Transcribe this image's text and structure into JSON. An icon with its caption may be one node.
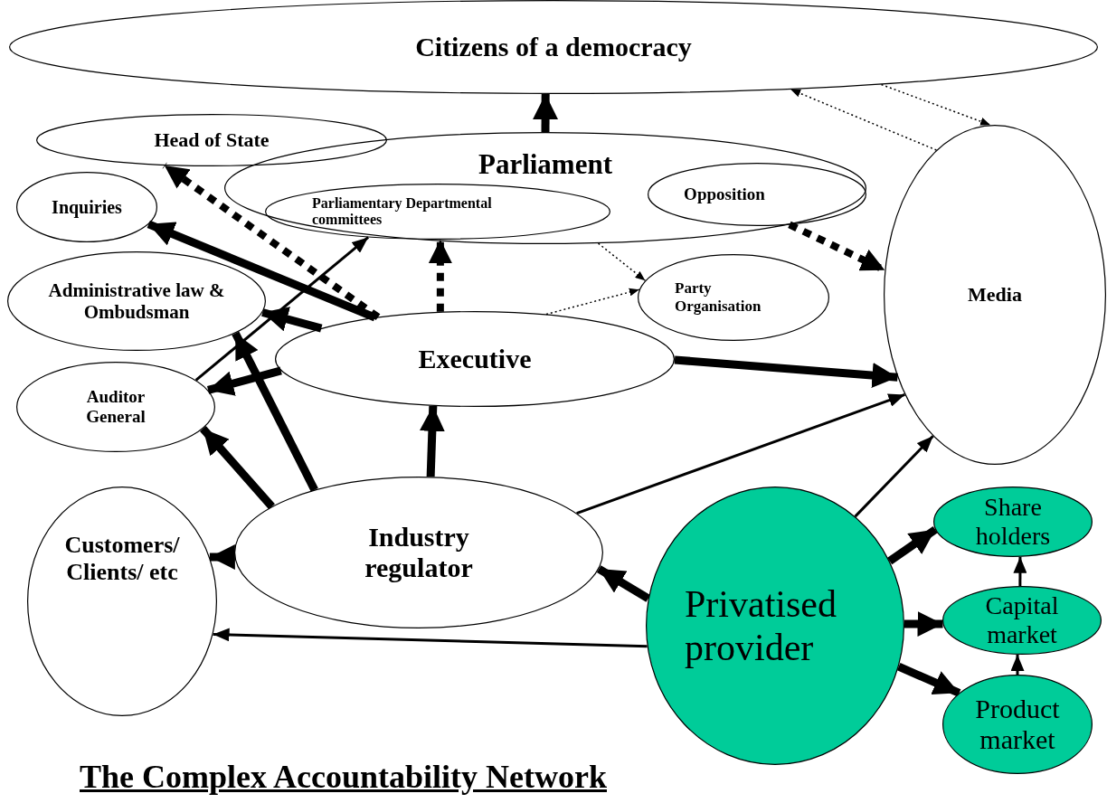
{
  "diagram": {
    "caption": "The Complex Accountability Network",
    "nodes": [
      {
        "text": [
          "Citizens of a democracy"
        ]
      },
      {
        "text": [
          "Head of State"
        ]
      },
      {
        "text": [
          "Parliament"
        ]
      },
      {
        "text": [
          "Parliamentary Departmental committees"
        ],
        "in": 2
      },
      {
        "text": [
          "Opposition"
        ],
        "in": 2
      },
      {
        "text": [
          "Inquiries"
        ]
      },
      {
        "text": [
          "Party Organisation"
        ]
      },
      {
        "text": [
          "Media"
        ]
      },
      {
        "text": [
          "Administrative law & Ombudsman"
        ]
      },
      {
        "text": [
          "Executive"
        ]
      },
      {
        "text": [
          "Auditor General"
        ]
      },
      {
        "text": [
          "Industry regulator"
        ]
      },
      {
        "text": [
          "Customers/ Clients/ etc"
        ]
      },
      {
        "text": [
          "Privatised provider"
        ]
      },
      {
        "text": [
          "Share holders"
        ]
      },
      {
        "text": [
          "Capital market"
        ]
      },
      {
        "text": [
          "Product market"
        ]
      }
    ],
    "edges": [
      {
        "from": 2,
        "to": 0,
        "arrow": "to"
      },
      {
        "from": 9,
        "to": 1,
        "arrow": "to",
        "style": "dashed"
      },
      {
        "from": 9,
        "to": 5,
        "arrow": "to"
      },
      {
        "from": 10,
        "to": 3,
        "arrow": "to"
      },
      {
        "from": 9,
        "to": 3,
        "arrow": "to",
        "style": "dashed"
      },
      {
        "from": 9,
        "to": 8,
        "arrow": "to"
      },
      {
        "from": 9,
        "to": 10,
        "arrow": "to"
      },
      {
        "from": 11,
        "to": 8,
        "arrow": "to"
      },
      {
        "from": 11,
        "to": 10,
        "arrow": "to"
      },
      {
        "from": 11,
        "to": 9,
        "arrow": "to"
      },
      {
        "from": 11,
        "to": 12,
        "arrow": "to"
      },
      {
        "from": 11,
        "to": 7,
        "arrow": "to"
      },
      {
        "from": 9,
        "to": 7,
        "arrow": "to"
      },
      {
        "from": 2,
        "to": 6,
        "arrow": "to",
        "style": "dashed"
      },
      {
        "from": 9,
        "to": 6,
        "arrow": "to",
        "style": "dashed"
      },
      {
        "from": 7,
        "to": 0,
        "arrow": "to",
        "style": "dashed"
      },
      {
        "from": 0,
        "to": 7,
        "arrow": "to",
        "style": "dashed"
      },
      {
        "from": 4,
        "to": 7,
        "arrow": "to",
        "style": "dashed"
      },
      {
        "from": 13,
        "to": 11,
        "arrow": "to"
      },
      {
        "from": 13,
        "to": 12,
        "arrow": "to"
      },
      {
        "from": 13,
        "to": 7,
        "arrow": "to"
      },
      {
        "from": 13,
        "to": 14,
        "arrow": "to"
      },
      {
        "from": 13,
        "to": 15,
        "arrow": "to"
      },
      {
        "from": 13,
        "to": 16,
        "arrow": "to"
      },
      {
        "from": 15,
        "to": 14,
        "arrow": "to"
      },
      {
        "from": 16,
        "to": 15,
        "arrow": "to"
      }
    ]
  }
}
